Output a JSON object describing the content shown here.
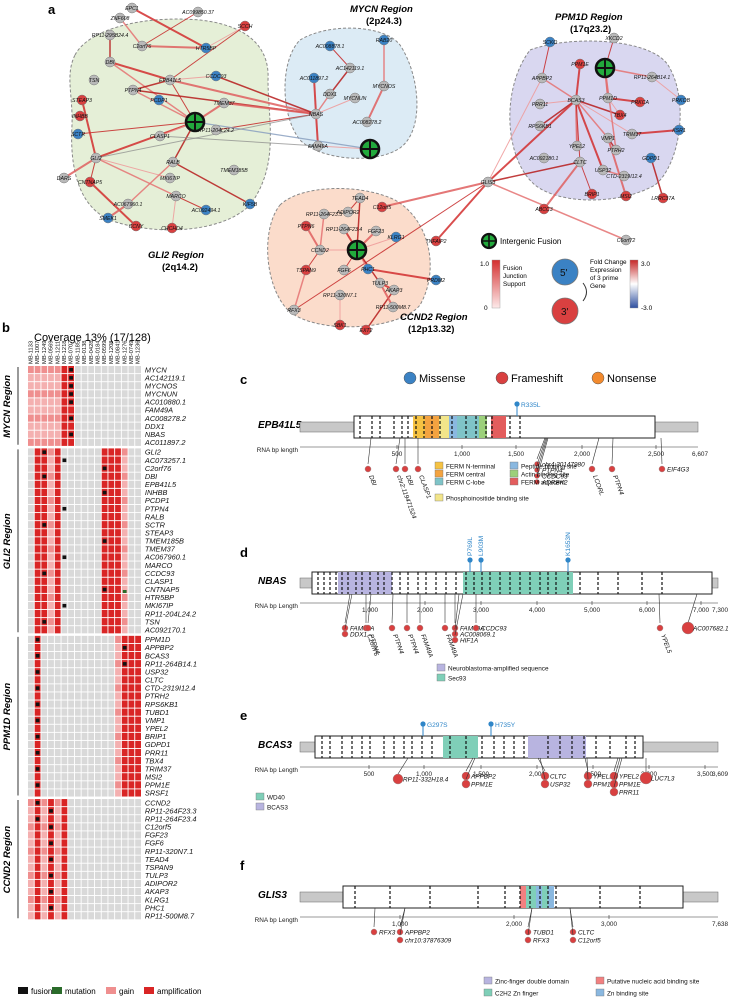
{
  "panel_labels": {
    "a": "a",
    "b": "b",
    "c": "c",
    "d": "d",
    "e": "e",
    "f": "f"
  },
  "network": {
    "regions": [
      {
        "id": "gli2",
        "name": "GLI2 Region",
        "loc": "(2q14.2)",
        "color": "#e5efd7"
      },
      {
        "id": "mycn",
        "name": "MYCN Region",
        "loc": "(2p24.3)",
        "color": "#dcebf5"
      },
      {
        "id": "ppm1d",
        "name": "PPM1D Region",
        "loc": "(17q23.2)",
        "color": "#d9d7f0"
      },
      {
        "id": "ccnd2",
        "name": "CCND2 Region",
        "loc": "(12p13.32)",
        "color": "#fbdccb"
      }
    ],
    "nodes": [
      {
        "g": "EPC1",
        "c": "gray"
      },
      {
        "g": "ZNF608",
        "c": "gray"
      },
      {
        "g": "AC099850.37",
        "c": "gray"
      },
      {
        "g": "RP11-295B24.4",
        "c": "gray"
      },
      {
        "g": "C2orf76",
        "c": "gray"
      },
      {
        "g": "HTR5BP",
        "c": "blue"
      },
      {
        "g": "DBI",
        "c": "gray"
      },
      {
        "g": "TSN",
        "c": "gray"
      },
      {
        "g": "EPB41L5",
        "c": "gray"
      },
      {
        "g": "CCDC93",
        "c": "blue"
      },
      {
        "g": "PTPN4",
        "c": "gray"
      },
      {
        "g": "STEAP3",
        "c": "red"
      },
      {
        "g": "PCDP1",
        "c": "blue"
      },
      {
        "g": "TMEM37",
        "c": "gray"
      },
      {
        "g": "INHBB",
        "c": "red"
      },
      {
        "g": "SCTR",
        "c": "blue"
      },
      {
        "g": "RP11-204L24.2",
        "c": "gray"
      },
      {
        "g": "CLASP1",
        "c": "gray"
      },
      {
        "g": "GLI2",
        "c": "gray"
      },
      {
        "g": "RALB",
        "c": "gray"
      },
      {
        "g": "TMEM185B",
        "c": "gray"
      },
      {
        "g": "MKI67IP",
        "c": "gray"
      },
      {
        "g": "CNTNAP5",
        "c": "red"
      },
      {
        "g": "MARCO",
        "c": "gray"
      },
      {
        "g": "DARS",
        "c": "gray"
      },
      {
        "g": "AC067960.1",
        "c": "gray"
      },
      {
        "g": "SMEK1",
        "c": "blue"
      },
      {
        "g": "AC092494.1",
        "c": "blue"
      },
      {
        "g": "KIF5B",
        "c": "blue"
      },
      {
        "g": "CCNY",
        "c": "red"
      },
      {
        "g": "CHCHD4",
        "c": "red"
      },
      {
        "g": "SCCH",
        "c": "red"
      },
      {
        "g": "AC008878.1",
        "c": "blue"
      },
      {
        "g": "AC142119.1",
        "c": "gray"
      },
      {
        "g": "AC011897.2",
        "c": "blue"
      },
      {
        "g": "DDX1",
        "c": "gray"
      },
      {
        "g": "NBAS",
        "c": "gray"
      },
      {
        "g": "MYCNUN",
        "c": "gray"
      },
      {
        "g": "MYCNOS",
        "c": "gray"
      },
      {
        "g": "AC008278.2",
        "c": "gray"
      },
      {
        "g": "FAM49A",
        "c": "gray"
      },
      {
        "g": "RAB20",
        "c": "blue"
      },
      {
        "g": "SCKO",
        "c": "blue"
      },
      {
        "g": "XKCD2",
        "c": "gray"
      },
      {
        "g": "APPBP2",
        "c": "gray"
      },
      {
        "g": "PPM1E",
        "c": "red"
      },
      {
        "g": "RP11-264B14.1",
        "c": "gray"
      },
      {
        "g": "PRR11",
        "c": "gray"
      },
      {
        "g": "BCAS3",
        "c": "gray"
      },
      {
        "g": "PPM1D",
        "c": "gray"
      },
      {
        "g": "PRKCA",
        "c": "red"
      },
      {
        "g": "PRKOB",
        "c": "blue"
      },
      {
        "g": "RPS6KB1",
        "c": "gray"
      },
      {
        "g": "TBX4",
        "c": "red"
      },
      {
        "g": "YPEL2",
        "c": "gray"
      },
      {
        "g": "VMP1",
        "c": "gray"
      },
      {
        "g": "TRIM37",
        "c": "gray"
      },
      {
        "g": "KSR1",
        "c": "blue"
      },
      {
        "g": "AC092180.1",
        "c": "gray"
      },
      {
        "g": "CLTC",
        "c": "gray"
      },
      {
        "g": "PTRH2",
        "c": "gray"
      },
      {
        "g": "GDPD1",
        "c": "blue"
      },
      {
        "g": "USP32",
        "c": "gray"
      },
      {
        "g": "CTD-2319I12.4",
        "c": "gray"
      },
      {
        "g": "BRIP1",
        "c": "red"
      },
      {
        "g": "MSI2",
        "c": "red"
      },
      {
        "g": "LRRC37A",
        "c": "red"
      },
      {
        "g": "ABCC3",
        "c": "red"
      },
      {
        "g": "GLIS3",
        "c": "gray"
      },
      {
        "g": "C6orf72",
        "c": "gray"
      },
      {
        "g": "TEAD4",
        "c": "gray"
      },
      {
        "g": "ADIPOR2",
        "c": "gray"
      },
      {
        "g": "C12orf5",
        "c": "red"
      },
      {
        "g": "RP11-264F23.3",
        "c": "gray"
      },
      {
        "g": "RP11-264F23.4",
        "c": "gray"
      },
      {
        "g": "PTPN6",
        "c": "red"
      },
      {
        "g": "KLRG1",
        "c": "blue"
      },
      {
        "g": "FGF23",
        "c": "gray"
      },
      {
        "g": "CCND2",
        "c": "gray"
      },
      {
        "g": "FGF6",
        "c": "gray"
      },
      {
        "g": "PHC1",
        "c": "blue"
      },
      {
        "g": "TULP3",
        "c": "gray"
      },
      {
        "g": "AKAP3",
        "c": "gray"
      },
      {
        "g": "RP11-320N7.1",
        "c": "gray"
      },
      {
        "g": "RP11-500M8.7",
        "c": "gray"
      },
      {
        "g": "TSPAN9",
        "c": "red"
      },
      {
        "g": "RFX3",
        "c": "gray"
      },
      {
        "g": "SBK1",
        "c": "red"
      },
      {
        "g": "EXT2",
        "c": "red"
      },
      {
        "g": "TNFAIP2",
        "c": "red"
      },
      {
        "g": "PRDM2",
        "c": "blue"
      }
    ],
    "legend": {
      "intergenic": "Intergenic Fusion",
      "fusion_support": "Fusion Junction Support",
      "fold_change": "Fold Change Expression of 3 prime Gene",
      "scale_high": "1.0",
      "scale_low": "0",
      "fc_high": "3.0",
      "fc_low": "-3.0",
      "node_top": "5'",
      "node_bottom": "3'"
    }
  },
  "heatmap": {
    "title": "Coverage 13% (17/128)",
    "samples": [
      "MB-1133",
      "MB-1007",
      "MB-1249",
      "MB-0569",
      "MB-1211",
      "MB-1218",
      "MB-0707",
      "MB-1185",
      "MB-0138",
      "MB-0428",
      "MB-0184",
      "MB-0599",
      "MB-1208",
      "MB-0841",
      "MB-1276",
      "MB-0749",
      "MB-1236"
    ],
    "groups": [
      {
        "name": "MYCN Region",
        "genes": [
          "MYCN",
          "AC142119.1",
          "MYCNOS",
          "MYCNUN",
          "AC010880.1",
          "FAM49A",
          "AC008278.2",
          "DDX1",
          "NBAS",
          "AC011897.2"
        ],
        "amp": [
          5,
          6,
          7
        ],
        "gain": [
          0,
          1,
          2,
          3,
          4,
          8,
          9
        ]
      },
      {
        "name": "GLI2 Region",
        "genes": [
          "GLI2",
          "AC073257.1",
          "C2orf76",
          "DBI",
          "EPB41L5",
          "INHBB",
          "PCDP1",
          "PTPN4",
          "RALB",
          "SCTR",
          "STEAP3",
          "TMEM185B",
          "TMEM37",
          "AC067960.1",
          "MARCO",
          "CCDC93",
          "CLASP1",
          "CNTNAP5",
          "HTR5BP",
          "MKI67IP",
          "RP11-204L24.2",
          "TSN",
          "AC092170.1"
        ],
        "amp": [
          1,
          2,
          4,
          11,
          12,
          13
        ],
        "gain": [
          3,
          10,
          14
        ]
      },
      {
        "name": "PPM1D Region",
        "genes": [
          "PPM1D",
          "APPBP2",
          "BCAS3",
          "RP11-264B14.1",
          "USP32",
          "CLTC",
          "CTD-2319I12.4",
          "PTRH2",
          "RPS6KB1",
          "TUBD1",
          "VMP1",
          "YPEL2",
          "BRIP1",
          "GDPD1",
          "PRR11",
          "TBX4",
          "TRIM37",
          "MSI2",
          "PPM1E",
          "SRSF1"
        ],
        "amp": [
          1,
          14,
          15,
          16
        ],
        "gain": [
          13
        ]
      },
      {
        "name": "CCND2 Region",
        "genes": [
          "CCND2",
          "RP11-264F23.3",
          "RP11-264F23.4",
          "C12orf5",
          "FGF23",
          "FGF6",
          "RP11-320N7.1",
          "TEAD4",
          "TSPAN9",
          "TULP3",
          "ADIPOR2",
          "AKAP3",
          "KLRG1",
          "PHC1",
          "RP11-500M8.7"
        ],
        "amp": [
          1,
          3,
          5
        ],
        "gain": [
          0,
          2,
          4
        ]
      }
    ],
    "legend": [
      {
        "label": "fusion",
        "color": "#111111"
      },
      {
        "label": "mutation",
        "color": "#2a6b2a"
      },
      {
        "label": "gain",
        "color": "#ef8f8f"
      },
      {
        "label": "amplification",
        "color": "#d92525"
      }
    ]
  },
  "mutation_legend": [
    {
      "label": "Missense",
      "color": "#3b82c4"
    },
    {
      "label": "Frameshift",
      "color": "#d94040"
    },
    {
      "label": "Nonsense",
      "color": "#f28a2e"
    }
  ],
  "rna_label": "RNA bp length",
  "rna_label2": "RNA bp Length",
  "genes": [
    {
      "name": "EPB41L5",
      "panel": "c",
      "total": "6,607",
      "ticks": [
        "500",
        "1,000",
        "1,500",
        "2,000",
        "2,500"
      ],
      "muts": [
        "R335L"
      ],
      "domains": [
        {
          "label": "FERM N-terminal",
          "color": "#f5c242"
        },
        {
          "label": "FERM central",
          "color": "#f4a340"
        },
        {
          "label": "FERM C-lobe",
          "color": "#7fc4c8"
        },
        {
          "label": "Phosphoinositide binding site",
          "color": "#f2e58a"
        },
        {
          "label": "Peptide binding site",
          "color": "#8ab8e0"
        },
        {
          "label": "Actin binding site",
          "color": "#9cd07a"
        },
        {
          "label": "FERM adjacent",
          "color": "#e35d5d"
        }
      ],
      "partners": [
        "DBI",
        "chr2:119471524",
        "DBI",
        "CLASP1",
        "chr4:30147980",
        "PTPN4",
        "CCDC93",
        "ADRBK2",
        "LCORL",
        "PTPN4",
        "EIF4G3"
      ]
    },
    {
      "name": "NBAS",
      "panel": "d",
      "total": "7,300",
      "ticks": [
        "1,000",
        "2,000",
        "3,000",
        "4,000",
        "5,000",
        "6,000",
        "7,000"
      ],
      "muts": [
        "P769L",
        "L903M",
        "K1653N"
      ],
      "domains": [
        {
          "label": "Neuroblastoma-amplified sequence",
          "color": "#b8b4e0"
        },
        {
          "label": "Sec93",
          "color": "#7fcfb8"
        }
      ],
      "partners": [
        "FAM49A",
        "DDX1",
        "C2orf76",
        "PTPN4",
        "PTPN4",
        "PTPN4",
        "FAM49A",
        "FAM49A",
        "FAM49A",
        "AC008069.1",
        "HIF1A",
        "CCDC93",
        "YPEL5",
        "AC007682.1"
      ]
    },
    {
      "name": "BCAS3",
      "panel": "e",
      "total": "3,609",
      "ticks": [
        "500",
        "1,000",
        "1,500",
        "2,000",
        "2,500",
        "3,000",
        "3,500"
      ],
      "muts": [
        "G297S",
        "H735Y"
      ],
      "domains": [
        {
          "label": "WD40",
          "color": "#7fcfb8"
        },
        {
          "label": "BCAS3",
          "color": "#b8b4e0"
        }
      ],
      "partners": [
        "RP11-332H18.4",
        "APPBP2",
        "PPM1E",
        "CLTC",
        "USP32",
        "YPEL2",
        "PPM1E",
        "YPEL2",
        "PPM1E",
        "PRR11",
        "LUC7L3"
      ]
    },
    {
      "name": "GLIS3",
      "panel": "f",
      "total": "7,638",
      "ticks": [
        "1,000",
        "2,000",
        "3,000"
      ],
      "muts": [],
      "domains": [
        {
          "label": "Zinc-finger double domain",
          "color": "#b8b4e0"
        },
        {
          "label": "C2H2 Zn finger",
          "color": "#7fcfb8"
        },
        {
          "label": "Putative nucleic acid binding site",
          "color": "#f28080"
        },
        {
          "label": "Zn binding site",
          "color": "#8ab8e0"
        }
      ],
      "partners": [
        "RFX3",
        "APPBP2",
        "chr10:37876309",
        "TUBD1",
        "RFX3",
        "CLTC",
        "C12orf5"
      ]
    }
  ]
}
